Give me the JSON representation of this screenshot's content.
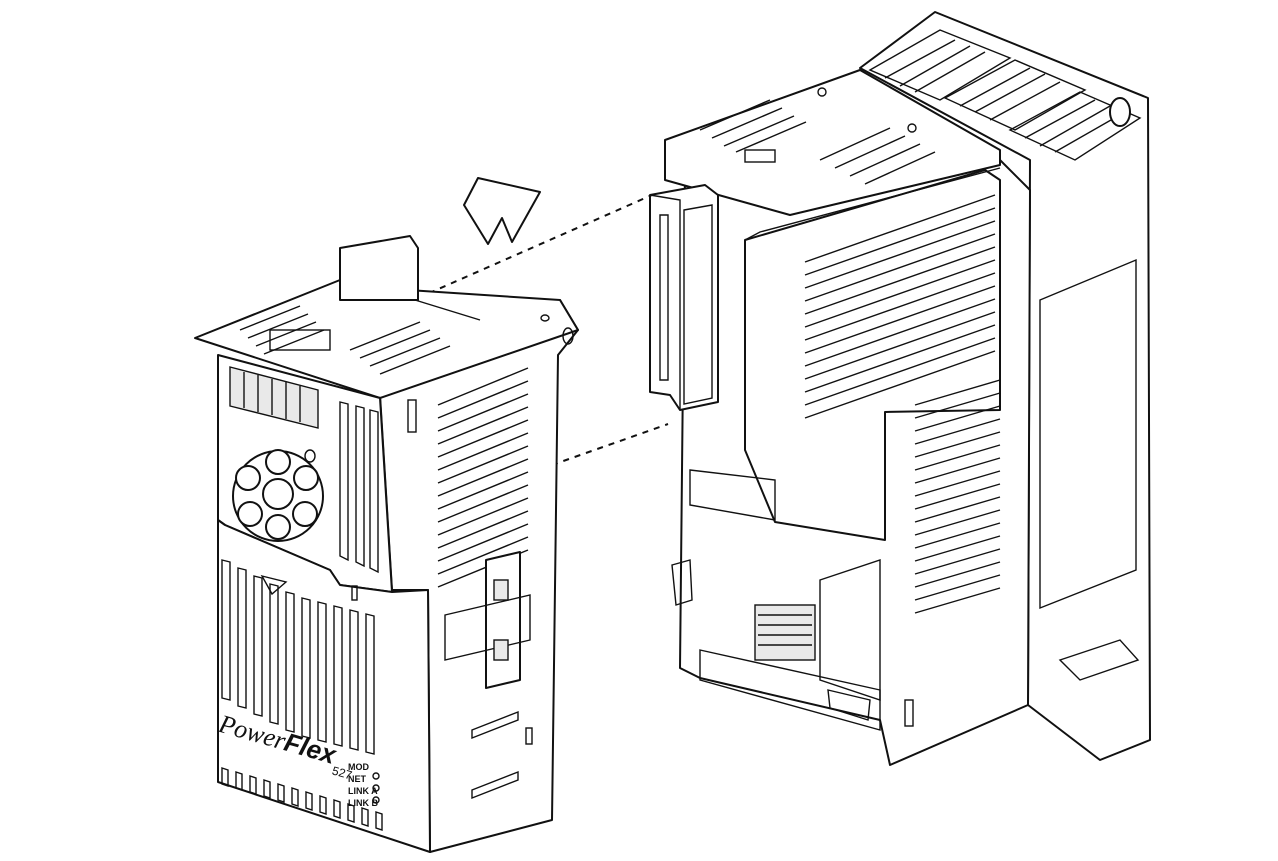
{
  "brand": {
    "word1": "Power",
    "word2": "Flex",
    "model": "527"
  },
  "status_labels": [
    "MOD",
    "NET",
    "LINK A",
    "LINK B"
  ],
  "colors": {
    "line": "#111111",
    "fill": "#ffffff",
    "shade": "#e9e9e9"
  },
  "icons": [
    "arrow-icon"
  ]
}
